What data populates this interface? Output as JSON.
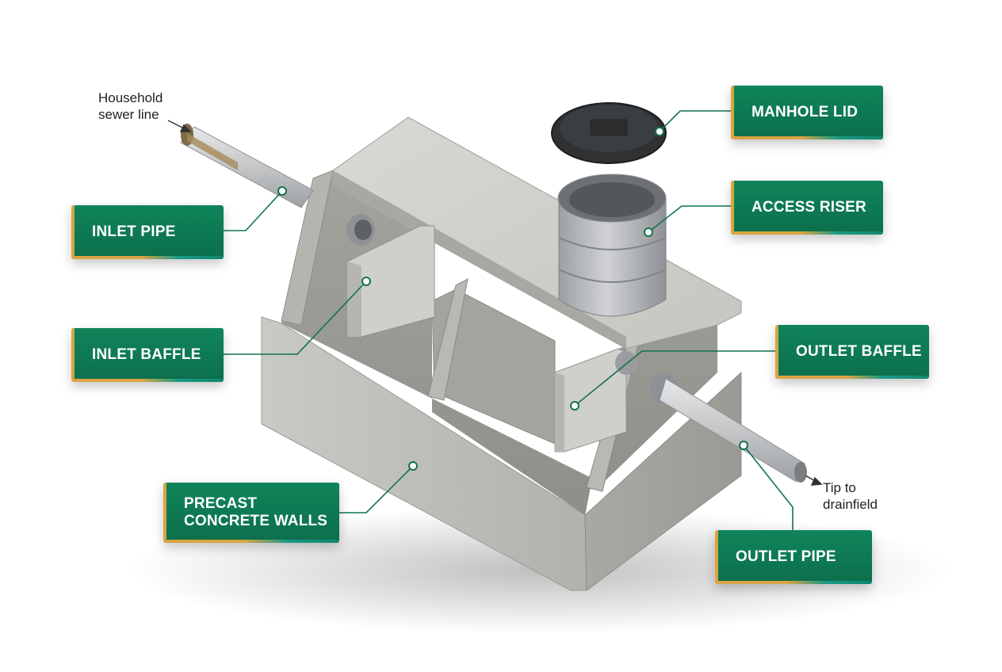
{
  "labels": {
    "manhole_lid": "MANHOLE LID",
    "access_riser": "ACCESS RISER",
    "inlet_pipe": "INLET PIPE",
    "inlet_baffle": "INLET BAFFLE",
    "outlet_baffle": "OUTLET BAFFLE",
    "precast_walls": "PRECAST\nCONCRETE WALLS",
    "outlet_pipe": "OUTLET PIPE"
  },
  "notes": {
    "household_line": "Household\nsewer line",
    "drainfield": "Tip to\ndrainfield"
  },
  "colors": {
    "callout_green": "#0f7d55",
    "callout_gold": "#d9a441",
    "leader_green": "#13734f",
    "concrete": "#b9b9b4",
    "pipe": "#c8cacb"
  }
}
